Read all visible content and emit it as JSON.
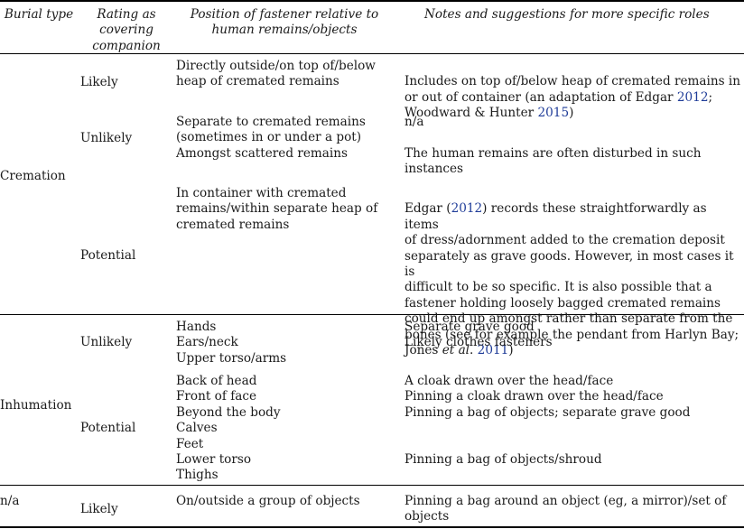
{
  "headers": {
    "burial_type": "Burial type",
    "rating": "Rating as\ncovering\ncompanion",
    "position": "Position of fastener relative to\nhuman remains/objects",
    "notes": "Notes and suggestions for more specific roles"
  },
  "groups": {
    "cremation": "Cremation",
    "inhumation": "Inhumation",
    "na": "n/a"
  },
  "ratings": {
    "cremation_likely": "Likely",
    "cremation_unlikely": "Unlikely",
    "cremation_potential": "Potential",
    "inhumation_unlikely": "Unlikely",
    "inhumation_potential": "Potential",
    "na_likely": "Likely"
  },
  "positions": {
    "cremation_likely": "Directly outside/on top of/below\nheap of cremated remains",
    "cremation_unlikely_1": "Separate to cremated remains\n(sometimes in or under a pot)",
    "cremation_unlikely_2": "Amongst scattered remains",
    "cremation_potential": "In container with cremated\nremains/within separate heap of\ncremated remains",
    "inhumation_unlikely": "Hands\nEars/neck\nUpper torso/arms",
    "inhumation_potential": "Back of head\nFront of face\nBeyond the body\nCalves\nFeet\nLower torso\nThighs",
    "na_likely": "On/outside a group of objects"
  },
  "notes": {
    "cremation_likely": {
      "pre": "Includes on top of/below heap of cremated remains in\nor out of container (an adaptation of Edgar ",
      "year1": "2012",
      "mid": ";\nWoodward & Hunter ",
      "year2": "2015",
      "post": ")"
    },
    "cremation_unlikely_1": "n/a",
    "cremation_unlikely_2": "The human remains are often disturbed in such\ninstances",
    "cremation_potential": {
      "pre": "Edgar (",
      "year1": "2012",
      "mid": ") records these straightforwardly as items\nof dress/adornment added to the cremation deposit\nseparately as grave goods. However, in most cases it is\ndifficult to be so specific. It is also possible that a\nfastener holding loosely bagged cremated remains\ncould end up amongst rather than separate from the\nbones (see for example the pendant from Harlyn Bay;\nJones ",
      "etal": "et al",
      "dot": ". ",
      "year2": "2011",
      "post": ")"
    },
    "inhumation_unlikely": "Separate grave good\nLikely clothes fasteners",
    "inhumation_potential_1": "A cloak drawn over the head/face\nPinning a cloak drawn over the head/face\nPinning a bag of objects; separate grave good",
    "inhumation_potential_2": "Pinning a bag of objects/shroud",
    "na_likely": "Pinning a bag around an object (eg, a mirror)/set of\nobjects"
  }
}
